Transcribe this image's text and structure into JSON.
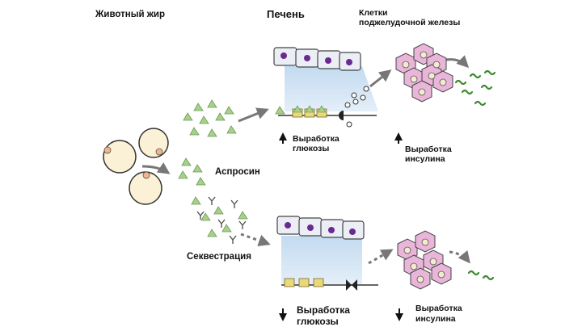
{
  "labels": {
    "fat": "Животный жир",
    "liver": "Печень",
    "pancreas_line1": "Клетки",
    "pancreas_line2": "поджелудочной железы",
    "asprosin": "Аспросин",
    "sequestration": "Секвестрация",
    "glucose_top_line1": "Выработка",
    "glucose_top_line2": "глюкозы",
    "insulin_top_line1": "Выработка",
    "insulin_top_line2": "инсулина",
    "glucose_bottom_line1": "Выработка",
    "glucose_bottom_line2": "глюкозы",
    "insulin_bottom_line1": "Выработка",
    "insulin_bottom_line2": "инсулина"
  },
  "icons": {
    "up_arrow": "up-arrow-icon",
    "down_arrow": "down-arrow-icon"
  },
  "colors": {
    "fat_cell": "#fbf1d6",
    "fat_nucleus": "#f2b48a",
    "asprosin": "#9ccb7c",
    "liver_cell": "#e9ebf3",
    "liver_nucleus": "#6a2a92",
    "beam": "#c6dcef",
    "receptor": "#e8d97a",
    "pancreas": "#e8b4d8",
    "insulin": "#3b8a2e",
    "arrow": "#7a7a7a"
  }
}
